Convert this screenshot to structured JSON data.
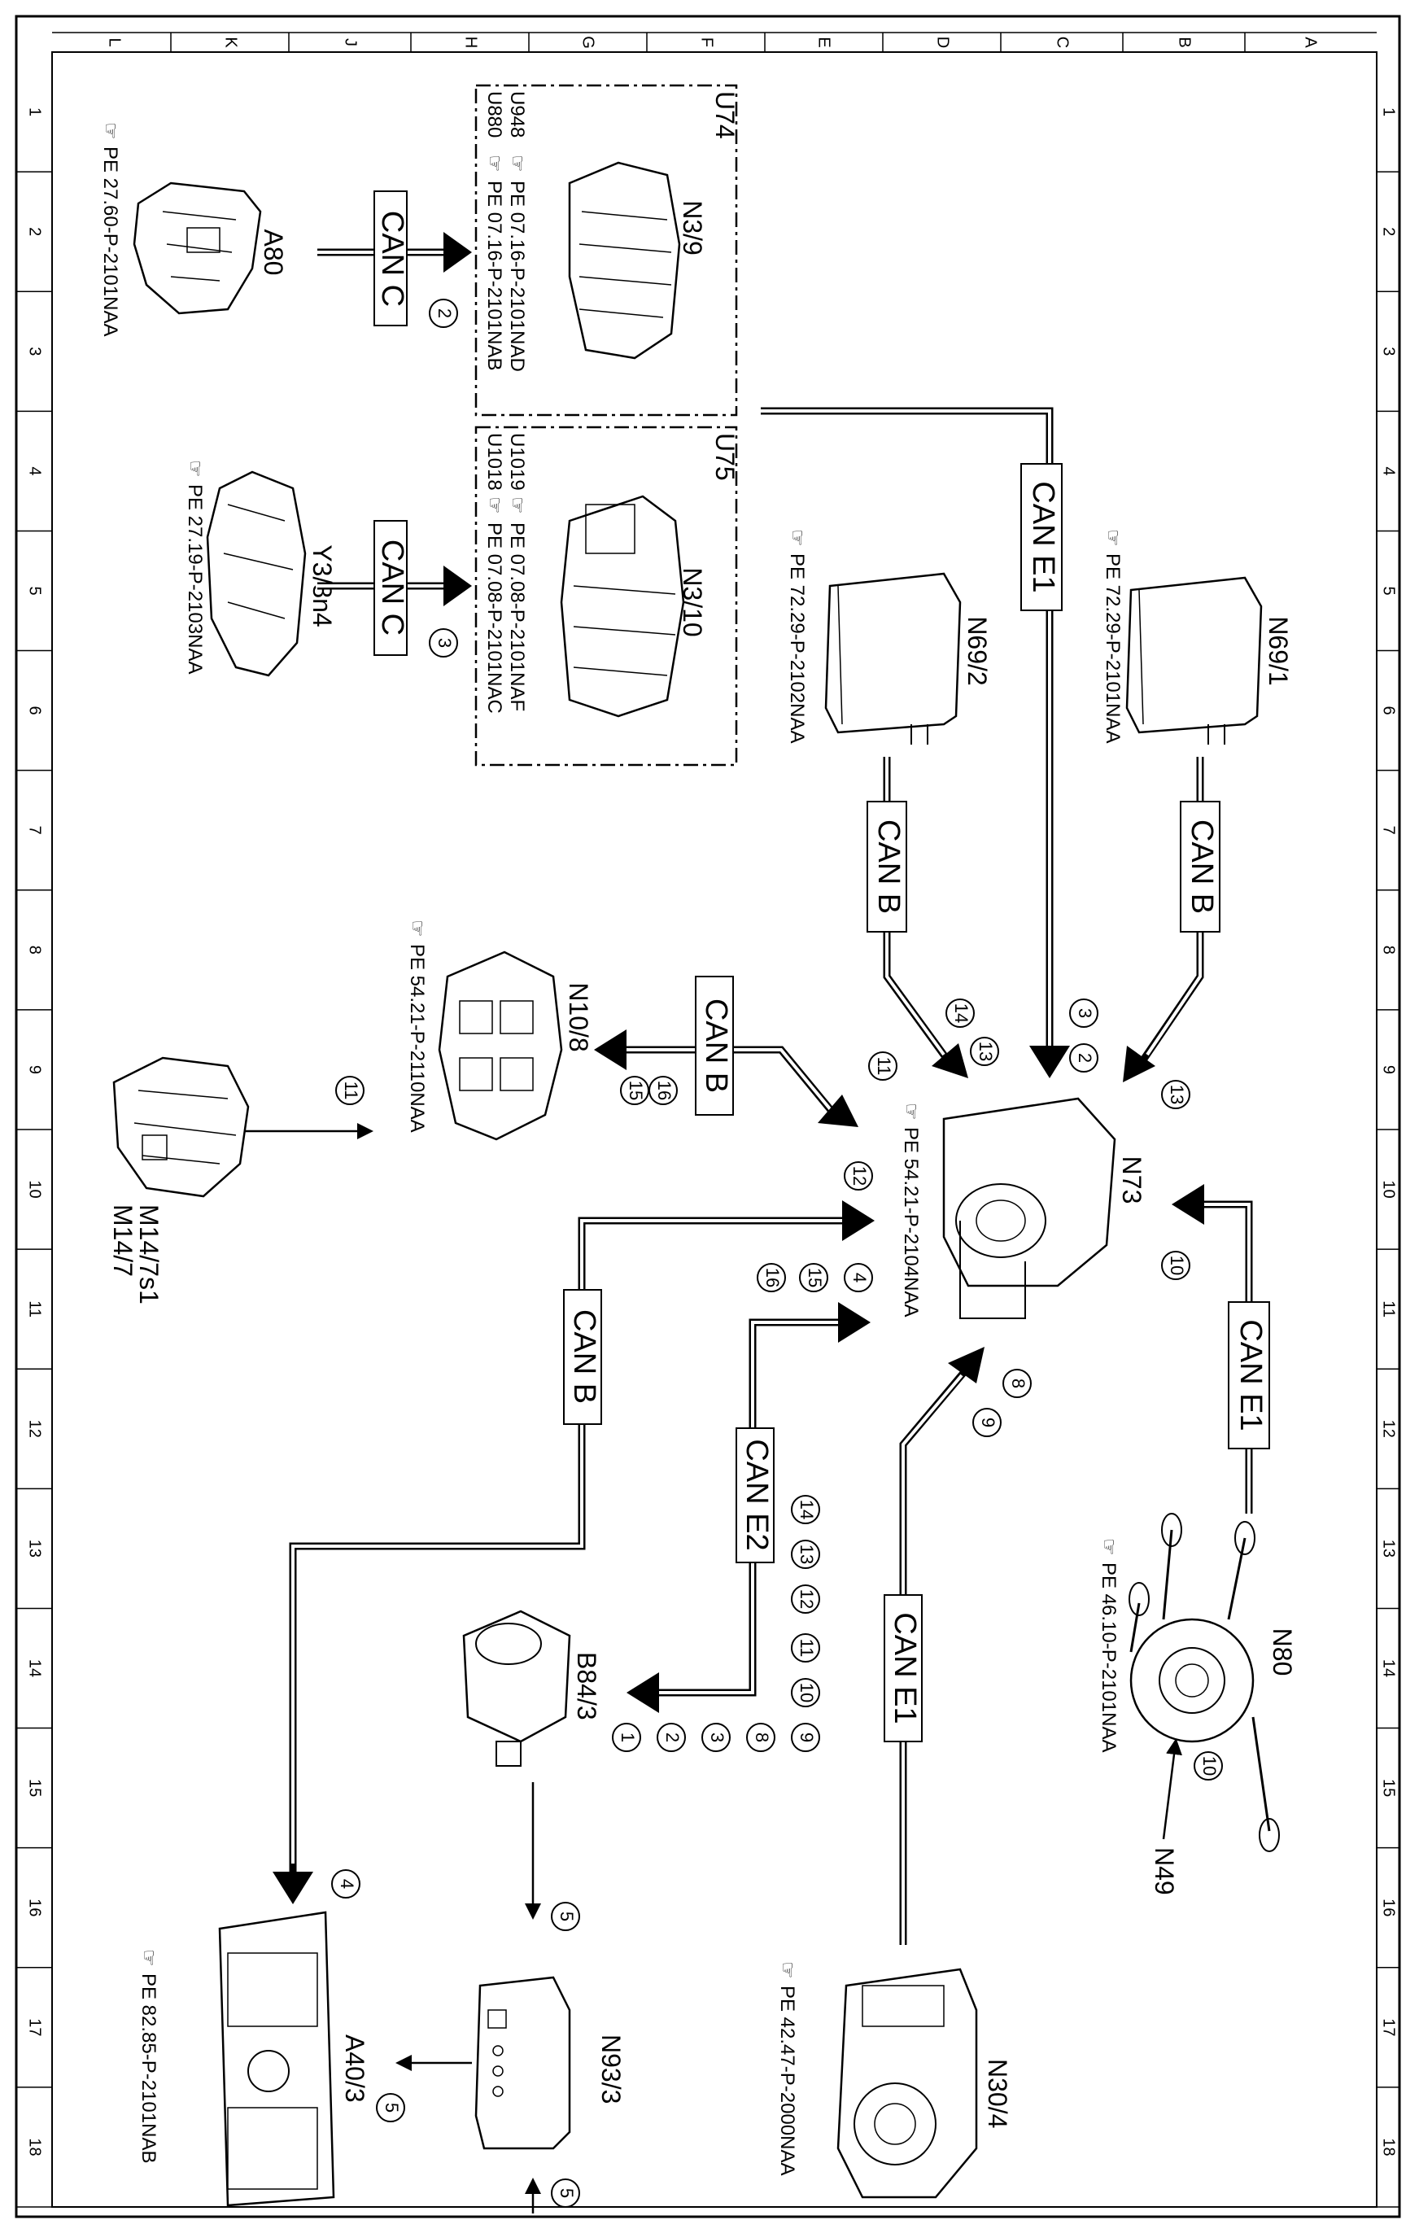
{
  "border": {
    "columns": [
      "L",
      "K",
      "J",
      "H",
      "G",
      "F",
      "E",
      "D",
      "C",
      "B",
      "A"
    ],
    "rows": [
      "1",
      "2",
      "3",
      "4",
      "5",
      "6",
      "7",
      "8",
      "9",
      "10",
      "11",
      "12",
      "13",
      "14",
      "15",
      "16",
      "17",
      "18"
    ]
  },
  "components": {
    "A80": {
      "label": "A80",
      "ref": "PE 27.60-P-2101NAA"
    },
    "Y3_8n4": {
      "label": "Y3/8n4",
      "ref": "PE 27.19-P-2103NAA"
    },
    "N3_9": {
      "label": "N3/9"
    },
    "N3_10": {
      "label": "N3/10"
    },
    "U74": {
      "label": "U74",
      "rows": [
        {
          "code": "U880",
          "ref": "PE 07.16-P-2101NAB"
        },
        {
          "code": "U948",
          "ref": "PE 07.16-P-2101NAD"
        }
      ]
    },
    "U75": {
      "label": "U75",
      "rows": [
        {
          "code": "U1018",
          "ref": "PE 07.08-P-2101NAC"
        },
        {
          "code": "U1019",
          "ref": "PE 07.08-P-2101NAF"
        }
      ]
    },
    "N69_1": {
      "label": "N69/1",
      "ref": "PE 72.29-P-2101NAA"
    },
    "N69_2": {
      "label": "N69/2",
      "ref": "PE 72.29-P-2102NAA"
    },
    "N10_8": {
      "label": "N10/8",
      "ref": "PE 54.21-P-2110NAA"
    },
    "M14_7": {
      "label": "M14/7",
      "label2": "M14/7s1"
    },
    "N73": {
      "label": "N73",
      "ref": "PE 54.21-P-2104NAA"
    },
    "N80": {
      "label": "N80",
      "ref": "PE 46.10-P-2101NAA"
    },
    "N49": {
      "label": "N49"
    },
    "B84_3": {
      "label": "B84/3"
    },
    "N93_3": {
      "label": "N93/3"
    },
    "A40_3": {
      "label": "A40/3",
      "ref": "PE 82.85-P-2101NAB"
    },
    "N30_4": {
      "label": "N30/4",
      "ref": "PE 42.47-P-2000NAA"
    }
  },
  "buses": {
    "can_c": "CAN C",
    "can_b": "CAN B",
    "can_e1": "CAN E1",
    "can_e2": "CAN E2"
  },
  "signals": {
    "s1": "1",
    "s2": "2",
    "s3": "3",
    "s4": "4",
    "s5": "5",
    "s8": "8",
    "s9": "9",
    "s10": "10",
    "s11": "11",
    "s12": "12",
    "s13": "13",
    "s14": "14",
    "s15": "15",
    "s16": "16"
  }
}
